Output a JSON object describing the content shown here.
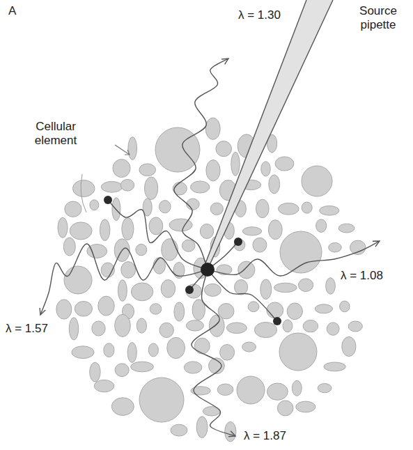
{
  "diagram": {
    "labels": [
      "A",
      "Source pipette",
      "λ = 1.30",
      "Cellular element",
      "λ = 1.08",
      "λ = 1.57",
      "λ = 1.87"
    ]
  }
}
